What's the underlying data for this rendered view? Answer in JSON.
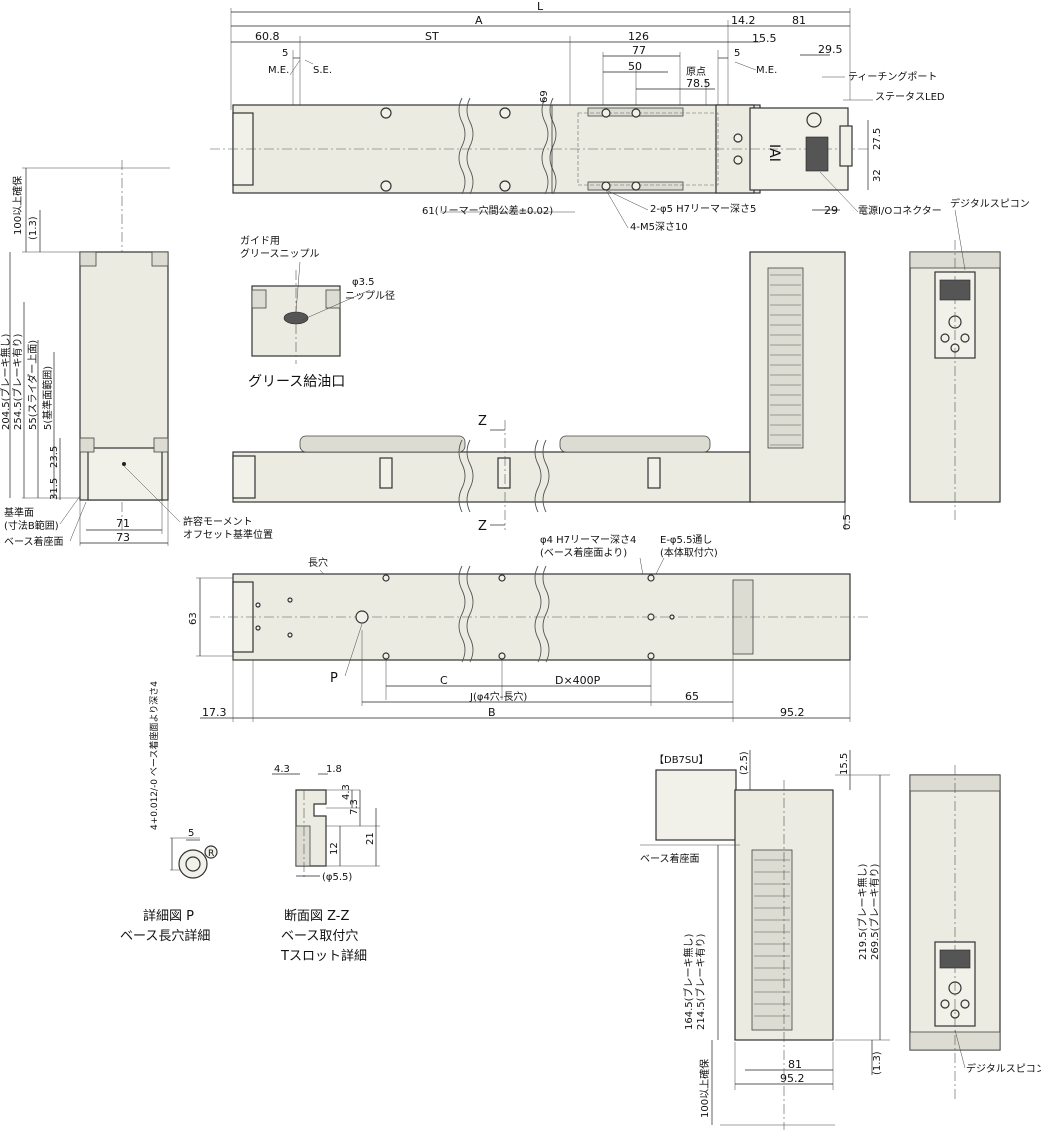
{
  "top_view": {
    "dims": {
      "L": "L",
      "A": "A",
      "d14_2": "14.2",
      "d81": "81",
      "d60_8": "60.8",
      "ST": "ST",
      "d126": "126",
      "d15_5": "15.5",
      "d5a": "5",
      "d5b": "5",
      "ME_left": "M.E.",
      "SE": "S.E.",
      "ME_right": "M.E.",
      "d77": "77",
      "d50": "50",
      "origin": "原点",
      "d78_5": "78.5",
      "d69": "69",
      "d29_5": "29.5",
      "d27_5": "27.5",
      "d32": "32",
      "d29": "29"
    },
    "labels": {
      "teaching_port": "ティーチングポート",
      "status_led": "ステータスLED",
      "power_io": "電源I/Oコネクター",
      "reamer_tol": "61(リーマー穴間公差±0.02)",
      "dowel": "2-φ5 H7リーマー深さ5",
      "tap": "4-M5深さ10",
      "logo": "IAI"
    }
  },
  "left_view": {
    "d100": "100以上確保",
    "d1_3": "(1.3)",
    "d204": "204.5(ブレーキ無し)",
    "d254": "254.5(ブレーキ有り)",
    "d55": "55(スライダー上面)",
    "d5": "5(基準面範囲)",
    "d23_5": "23.5",
    "d31_5": "31.5",
    "ref_face": "基準面",
    "ref_face2": "(寸法B範囲)",
    "base_face": "ベース着座面",
    "d71": "71",
    "d73": "73",
    "moment1": "許容モーメント",
    "moment2": "オフセット基準位置"
  },
  "grease": {
    "guide1": "ガイド用",
    "guide2": "グリースニップル",
    "phi": "φ3.5",
    "phi2": "ニップル径",
    "title": "グリース給油口"
  },
  "front_view": {
    "z1": "Z",
    "z2": "Z",
    "d0_5": "0.5"
  },
  "right_view": {
    "digital": "デジタルスピコン"
  },
  "bottom_view": {
    "slot": "長穴",
    "reamer1": "φ4 H7リーマー深さ4",
    "reamer2": "(ベース着座面より)",
    "thru1": "E-φ5.5通し",
    "thru2": "(本体取付穴)",
    "d63": "63",
    "P": "P",
    "C": "C",
    "D400": "D×400P",
    "J": "J(φ4穴-長穴)",
    "d65": "65",
    "d17_3": "17.3",
    "B": "B",
    "d95_2": "95.2"
  },
  "detail_p": {
    "vlabel": "4+0.012/-0 ベース着座面より深さ4",
    "tol": "4",
    "d5": "5",
    "R": "R",
    "title1": "詳細図 P",
    "title2": "ベース長穴詳細"
  },
  "section_zz": {
    "d4_3": "4.3",
    "d1_8": "1.8",
    "d4_3b": "4.3",
    "d7_3": "7.3",
    "d21": "21",
    "d12": "12",
    "phi5_5": "(φ5.5)",
    "title1": "断面図 Z-Z",
    "title2": "ベース取付穴",
    "title3": "Tスロット詳細"
  },
  "db7su": {
    "tag": "【DB7SU】",
    "d2_5": "(2.5)",
    "d15_5": "15.5",
    "base": "ベース着座面",
    "d219": "219.5(ブレーキ無し)",
    "d269": "269.5(ブレーキ有り)",
    "d164": "164.5(ブレーキ無し)",
    "d214": "214.5(ブレーキ有り)",
    "d81": "81",
    "d95_2": "95.2",
    "d1_3": "(1.3)",
    "d100": "100以上確保",
    "digital": "デジタルスピコン"
  }
}
